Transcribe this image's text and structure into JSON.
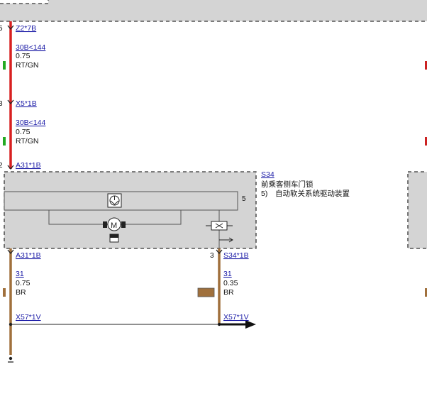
{
  "connectors": {
    "z2": "Z2*7B",
    "x5": "X5*1B",
    "a31_top": "A31*1B",
    "a31_bottom": "A31*1B",
    "s34_pin": "S34*1B",
    "x57_left": "X57*1V",
    "x57_right": "X57*1V"
  },
  "wires": [
    {
      "id": "w1",
      "signal": "30B<144",
      "gauge": "0.75",
      "color": "RT/GN",
      "hex": "#d82020"
    },
    {
      "id": "w2",
      "signal": "30B<144",
      "gauge": "0.75",
      "color": "RT/GN",
      "hex": "#d82020"
    },
    {
      "id": "w3",
      "signal": "31",
      "gauge": "0.75",
      "color": "BR",
      "hex": "#a0703c"
    },
    {
      "id": "w4",
      "signal": "31",
      "gauge": "0.35",
      "color": "BR",
      "hex": "#a0703c"
    }
  ],
  "component": {
    "id": "S34",
    "name": "前乘客侧车门锁",
    "note_num": "5)",
    "note_text": "自动软关系统驱动装置",
    "pin_side": "5",
    "pin_bottom": "3"
  },
  "colors": {
    "panel_fill": "#d4d4d4",
    "panel_border": "#333333",
    "link": "#1a1aa6",
    "indicator_green": "#22aa22",
    "indicator_red": "#cc2222",
    "indicator_brown": "#a0703c"
  }
}
